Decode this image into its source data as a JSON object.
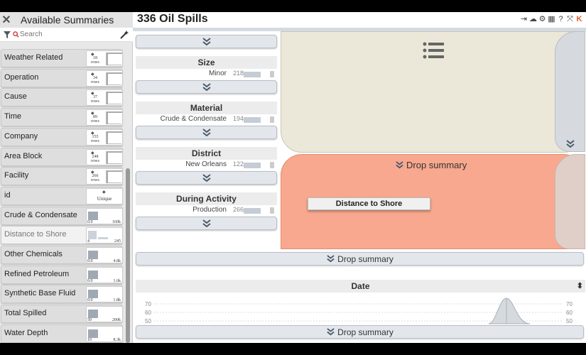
{
  "left_panel": {
    "title": "Available Summaries",
    "search_placeholder": "Search",
    "summaries": [
      {
        "label": "Weather Related",
        "kind": "cat",
        "count": "18",
        "unit": "rows"
      },
      {
        "label": "Operation",
        "kind": "cat",
        "count": "34",
        "unit": "rows"
      },
      {
        "label": "Cause",
        "kind": "cat",
        "count": "37",
        "unit": "rows"
      },
      {
        "label": "Time",
        "kind": "cat",
        "count": "89",
        "unit": "rows"
      },
      {
        "label": "Company",
        "kind": "cat",
        "count": "155",
        "unit": "rows"
      },
      {
        "label": "Area Block",
        "kind": "cat",
        "count": "248",
        "unit": "rows"
      },
      {
        "label": "Facility",
        "kind": "cat",
        "count": "266",
        "unit": "rows"
      },
      {
        "label": "id",
        "kind": "unique",
        "text": "Unique"
      },
      {
        "label": "Crude & Condensate",
        "kind": "num",
        "min": "0.0",
        "max": "160k"
      },
      {
        "label": "Distance to Shore",
        "kind": "num",
        "min": "4",
        "max": "245",
        "faded": true
      },
      {
        "label": "Other Chemicals",
        "kind": "num",
        "min": "0.0",
        "max": "4.8k"
      },
      {
        "label": "Refined Petroleum",
        "kind": "num",
        "min": "0.0",
        "max": "1.6k"
      },
      {
        "label": "Synthetic Base Fluid",
        "kind": "num",
        "min": "0.0",
        "max": "1.8k"
      },
      {
        "label": "Total Spilled",
        "kind": "num",
        "min": "50",
        "max": "200k"
      },
      {
        "label": "Water Depth",
        "kind": "num",
        "min": "10",
        "max": "8.3k"
      }
    ]
  },
  "header": {
    "title": "336 Oil Spills",
    "icons": [
      "sign-in-icon",
      "cloud-icon",
      "gear-icon",
      "table-icon",
      "help-icon",
      "fullscreen-icon",
      "brand-icon"
    ]
  },
  "facets": [
    {
      "title": "Size",
      "item": "Minor",
      "count": "218"
    },
    {
      "title": "Material",
      "item": "Crude & Condensate",
      "count": "194"
    },
    {
      "title": "District",
      "item": "New Orleans",
      "count": "122"
    },
    {
      "title": "During Activity",
      "item": "Production",
      "count": "266"
    }
  ],
  "drop_zone": {
    "label": "Drop summary",
    "dragged_chip": "Distance to Shore"
  },
  "date_panel": {
    "title": "Date",
    "ticks_left": [
      "70",
      "60",
      "50"
    ],
    "ticks_right": [
      "70",
      "60",
      "50"
    ]
  },
  "colors": {
    "cream": "#ebe8da",
    "salmon": "#f7a88e",
    "brand": "#e05a2a"
  }
}
